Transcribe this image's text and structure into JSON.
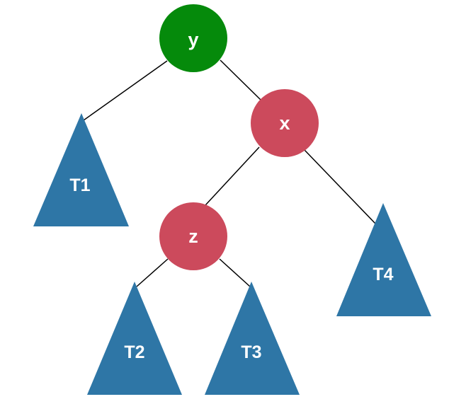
{
  "colors": {
    "root": "#058a0b",
    "inner": "#cc4a5c",
    "subtree": "#2e76a6",
    "edge": "#000000"
  },
  "nodes": {
    "y": "y",
    "x": "x",
    "z": "z"
  },
  "subtrees": {
    "t1": "T1",
    "t2": "T2",
    "t3": "T3",
    "t4": "T4"
  }
}
